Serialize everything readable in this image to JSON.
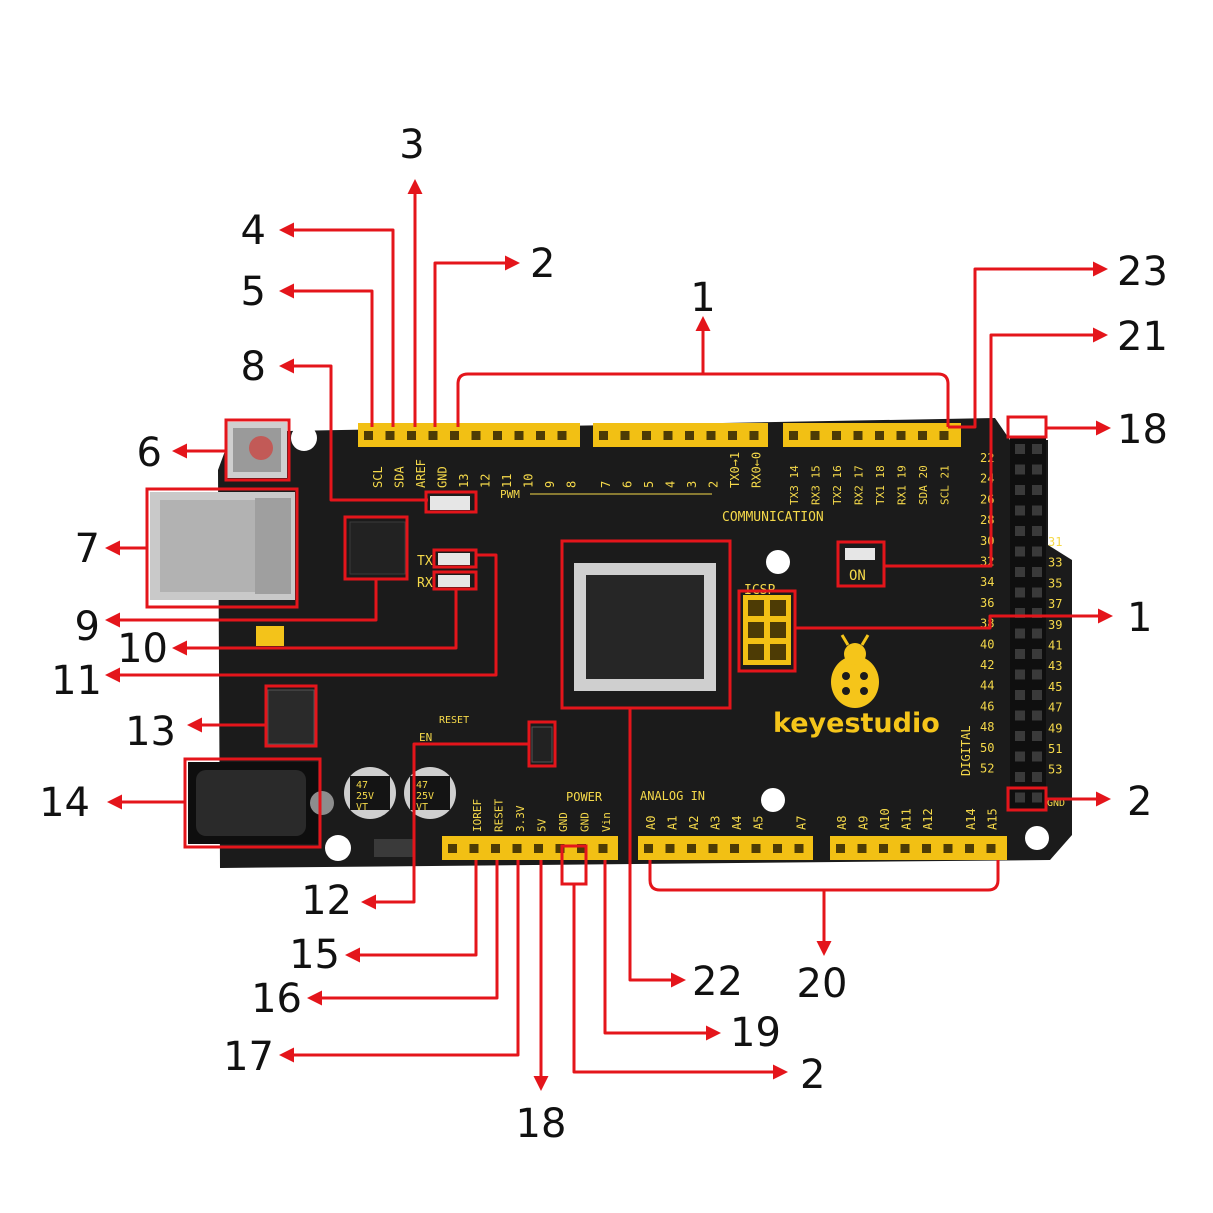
{
  "colors": {
    "board": "#1b1b1b",
    "silkscreen": "#f5d94a",
    "header": "#f2c014",
    "callout_line": "#e4151b",
    "label": "#111111"
  },
  "callouts": {
    "c1_top": "1",
    "c1_right": "1",
    "c2_top": "2",
    "c2_right": "2",
    "c2_bottom": "2",
    "c3": "3",
    "c4": "4",
    "c5": "5",
    "c6": "6",
    "c7": "7",
    "c8": "8",
    "c9": "9",
    "c10": "10",
    "c11": "11",
    "c12": "12",
    "c13": "13",
    "c14": "14",
    "c15": "15",
    "c16": "16",
    "c17": "17",
    "c18_right": "18",
    "c18_bottom": "18",
    "c19": "19",
    "c20": "20",
    "c21": "21",
    "c22": "22",
    "c23": "23"
  },
  "board": {
    "brand": "keyestudio",
    "pwm": "PWM",
    "communication": "COMMUNICATION",
    "icsp": "ICSP",
    "on": "ON",
    "tx": "TX",
    "rx": "RX",
    "reset": "RESET",
    "en": "EN",
    "power": "POWER",
    "analog_in": "ANALOG IN",
    "digital": "DIGITAL",
    "gnd_edge": "GND",
    "cap_text": [
      "47",
      "25V",
      "VT"
    ],
    "top_left_pins": [
      "SCL",
      "SDA",
      "AREF",
      "GND",
      "13",
      "12",
      "11",
      "10",
      "9",
      "8"
    ],
    "top_mid_pins": [
      "7",
      "6",
      "5",
      "4",
      "3",
      "2",
      "TX0→1",
      "RX0←0"
    ],
    "top_right_pins": [
      "TX3 14",
      "RX3 15",
      "TX2 16",
      "RX2 17",
      "TX1 18",
      "RX1 19",
      "SDA 20",
      "SCL 21"
    ],
    "power_pins": [
      "IOREF",
      "RESET",
      "3.3V",
      "5V",
      "GND",
      "GND",
      "Vin"
    ],
    "analog_left": [
      "A0",
      "A1",
      "A2",
      "A3",
      "A4",
      "A5",
      "",
      "A7"
    ],
    "analog_right": [
      "A8",
      "A9",
      "A10",
      "A11",
      "A12",
      "",
      "A14",
      "A15"
    ],
    "digital_left": [
      "22",
      "24",
      "26",
      "28",
      "30",
      "32",
      "34",
      "36",
      "38",
      "40",
      "42",
      "44",
      "46",
      "48",
      "50",
      "52"
    ],
    "digital_right": [
      "31",
      "33",
      "35",
      "37",
      "39",
      "41",
      "43",
      "45",
      "47",
      "49",
      "51",
      "53"
    ]
  }
}
